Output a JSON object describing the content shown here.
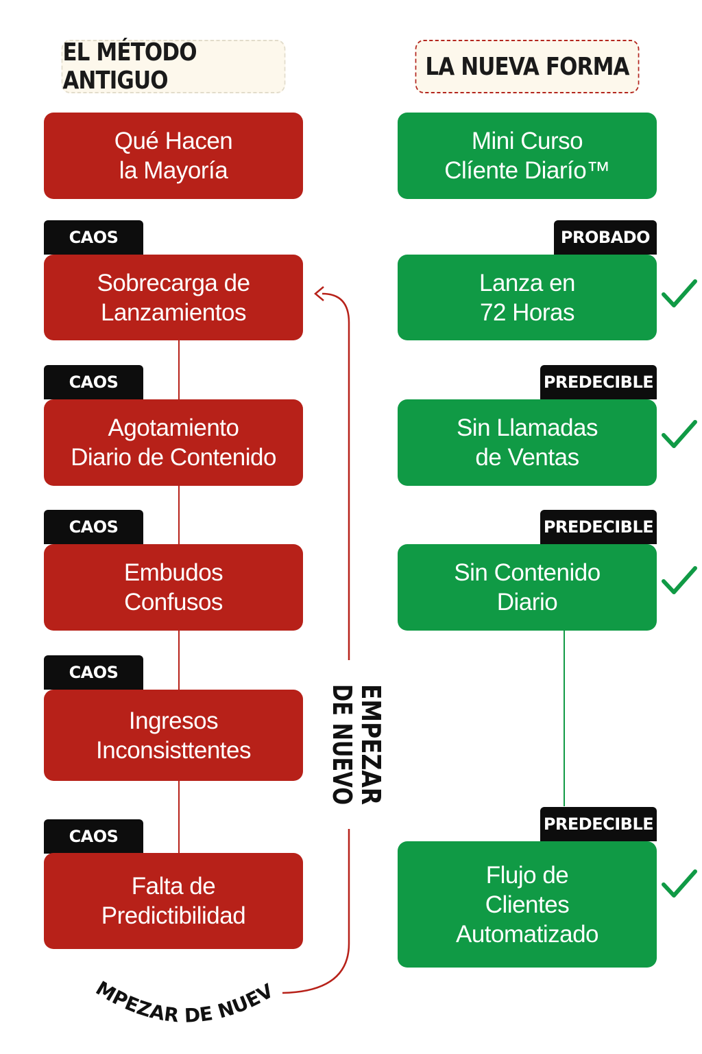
{
  "headers": {
    "old": "EL MÉTODO ANTIGUO",
    "new": "LA NUEVA FORMA"
  },
  "left": {
    "top_box": "Qué Hacen\nla Mayoría",
    "items": [
      {
        "tag": "CAOS",
        "text": "Sobrecarga de\nLanzamientos"
      },
      {
        "tag": "CAOS",
        "text": "Agotamiento\nDiario de Contenido"
      },
      {
        "tag": "CAOS",
        "text": "Embudos\nConfusos"
      },
      {
        "tag": "CAOS",
        "text": "Ingresos\nInconsisttentes"
      },
      {
        "tag": "CAOS",
        "text": "Falta de\nPredictibilidad"
      }
    ]
  },
  "right": {
    "top_box": "Mini Curso\nClíente Diarío™",
    "items": [
      {
        "tag": "PROBADO",
        "text": "Lanza en\n72 Horas"
      },
      {
        "tag": "PREDECIBLE",
        "text": "Sin Llamadas\nde Ventas"
      },
      {
        "tag": "PREDECIBLE",
        "text": "Sin Contenido\nDiario"
      },
      {
        "tag": "PREDECIBLE",
        "text": "Flujo de\nClientes\nAutomatizado"
      }
    ]
  },
  "loop": {
    "vertical_line1": "EMPEZAR",
    "vertical_line2": "DE NUEVO",
    "curved": "EMPEZAR DE NUEVO"
  },
  "colors": {
    "red": "#b72119",
    "green": "#109a45",
    "tag": "#0d0d0d",
    "check": "#109a45"
  }
}
